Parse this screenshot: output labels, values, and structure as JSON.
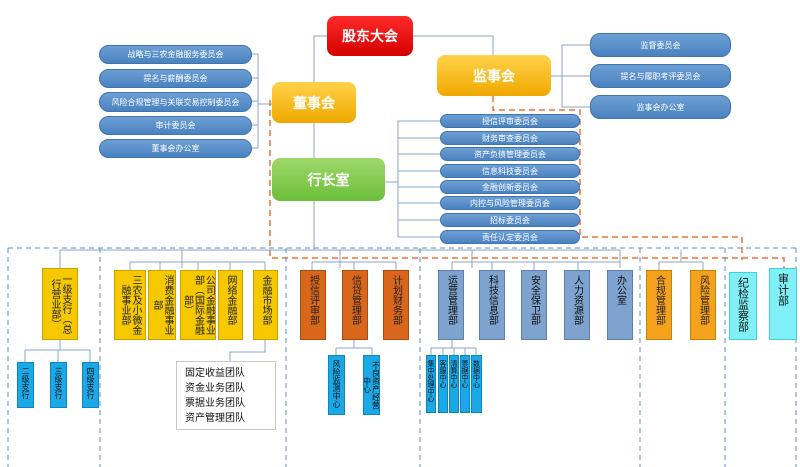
{
  "top": {
    "shareholders": "股东大会",
    "board": "董事会",
    "supervisory": "监事会",
    "president_office": "行长室"
  },
  "board_committees": [
    "战略与三农金融服务委员会",
    "提名与薪酬委员会",
    "风险合规管理与关联交易控制委员会",
    "审计委员会",
    "董事会办公室"
  ],
  "supervisory_committees": [
    "监督委员会",
    "提名与履职考评委员会",
    "监事会办公室"
  ],
  "management_committees": [
    "授信评审委员会",
    "财务审查委员会",
    "资产负债管理委员会",
    "信息科技委员会",
    "金融创新委员会",
    "内控与风险管理委员会",
    "招标委员会",
    "责任认定委员会"
  ],
  "departments": {
    "branch": "一级支行（总行营业部）",
    "sub_branches": [
      "二级支行",
      "三级支行",
      "四级支行"
    ],
    "finance": [
      "三农及小微金融事业部",
      "消费金融事业部",
      "公司金融事业部（国际金融部）",
      "网络金融部",
      "金融市场部"
    ],
    "teams": [
      "固定收益团队",
      "资金业务团队",
      "票据业务团队",
      "资产管理团队"
    ],
    "credit": [
      "授信评审部",
      "信贷管理部",
      "计划财务部"
    ],
    "credit_centers": [
      "风险监测中心",
      "不良资产经营中心"
    ],
    "ops": [
      "运营管理部",
      "科技信息部",
      "安全保卫部",
      "人力资源部",
      "办公室"
    ],
    "ops_centers": [
      "集中处理中心",
      "客服中心",
      "清算中心",
      "票据中心",
      "数据中心"
    ],
    "risk": [
      "合规管理部",
      "风险管理部"
    ],
    "audit": [
      "纪检监察部",
      "审计部"
    ]
  },
  "colors": {
    "red": "#e00000",
    "yellow": "#f5c800",
    "green": "#7fcb4a",
    "blue": "#4a82c0",
    "orange": "#f4a21c",
    "brown": "#d9661a",
    "slate": "#7fa3cf",
    "cyan": "#1aa8e6",
    "aqua": "#7ff0f7",
    "dash": "#e8743b"
  }
}
